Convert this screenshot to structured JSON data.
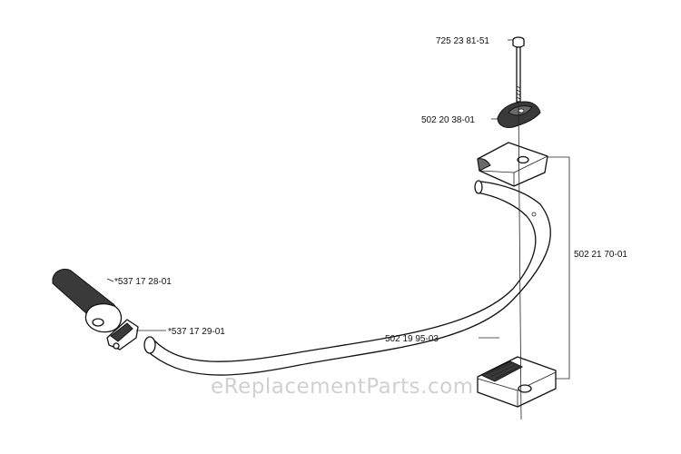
{
  "parts": {
    "bolt": "725 23 81-51",
    "knob": "502 20 38-01",
    "clamp_set": "502 21 70-01",
    "handle_bar": "502 19 95-03",
    "grip": "*537 17 28-01",
    "grip_clip": "*537 17 29-01"
  },
  "watermark": "eReplacementParts.com"
}
